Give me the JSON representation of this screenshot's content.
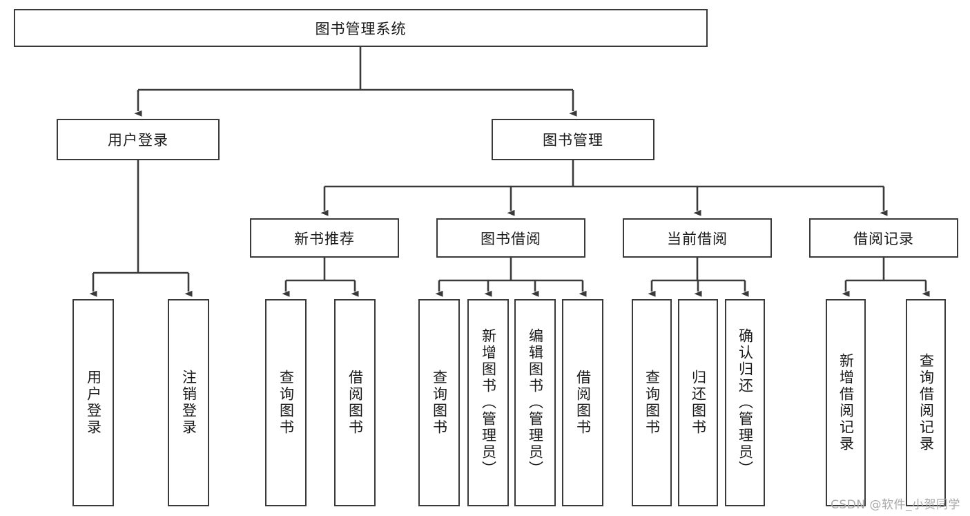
{
  "diagram": {
    "title": "图书管理系统",
    "type": "hierarchy-tree",
    "root": {
      "label": "图书管理系统"
    },
    "level1": [
      {
        "label": "用户登录"
      },
      {
        "label": "图书管理"
      }
    ],
    "level2": [
      {
        "label": "新书推荐"
      },
      {
        "label": "图书借阅"
      },
      {
        "label": "当前借阅"
      },
      {
        "label": "借阅记录"
      }
    ],
    "leaves": {
      "user_login": [
        {
          "label": "用户登录"
        },
        {
          "label": "注销登录"
        }
      ],
      "new_book_recommend": [
        {
          "label": "查询图书"
        },
        {
          "label": "借阅图书"
        }
      ],
      "book_borrow": [
        {
          "label": "查询图书"
        },
        {
          "label": "新增图书（管理员）"
        },
        {
          "label": "编辑图书（管理员）"
        },
        {
          "label": "借阅图书"
        }
      ],
      "current_borrow": [
        {
          "label": "查询图书"
        },
        {
          "label": "归还图书"
        },
        {
          "label": "确认归还（管理员）"
        }
      ],
      "borrow_record": [
        {
          "label": "新增借阅记录"
        },
        {
          "label": "查询借阅记录"
        }
      ]
    },
    "watermark": "CSDN @软件_小贺同学",
    "colors": {
      "border": "#3a3a3a",
      "background": "#ffffff",
      "text": "#1a1a1a",
      "watermark": "#a8a8a8"
    }
  }
}
